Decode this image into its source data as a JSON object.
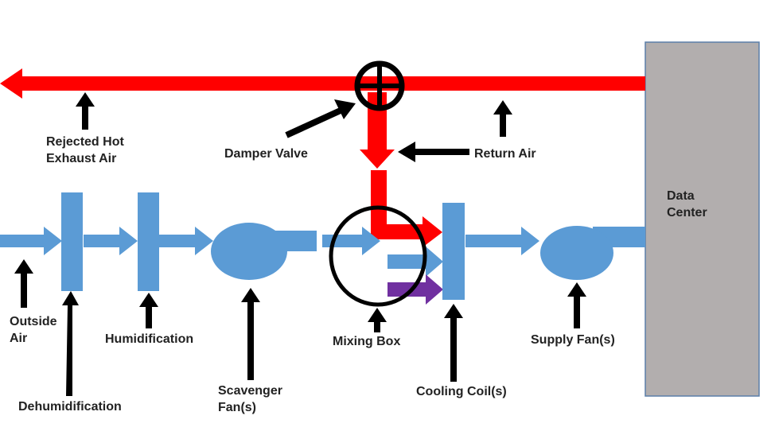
{
  "colors": {
    "air_blue": "#5b9bd5",
    "hot_red": "#ff0000",
    "cold_purple": "#7030a0",
    "datacenter_gray": "#b2aeae",
    "datacenter_border": "#5b7fa8",
    "pointer_black": "#000000"
  },
  "labels": {
    "rejected_hot_exhaust_air": [
      "Rejected Hot",
      "Exhaust Air"
    ],
    "damper_valve": "Damper Valve",
    "return_air": "Return Air",
    "data_center": [
      "Data",
      "Center"
    ],
    "outside_air": [
      "Outside",
      "Air"
    ],
    "dehumidification": "Dehumidification",
    "humidification": "Humidification",
    "scavenger_fans": [
      "Scavenger",
      "Fan(s)"
    ],
    "mixing_box": "Mixing Box",
    "cooling_coils": "Cooling Coil(s)",
    "supply_fans": "Supply Fan(s)"
  }
}
